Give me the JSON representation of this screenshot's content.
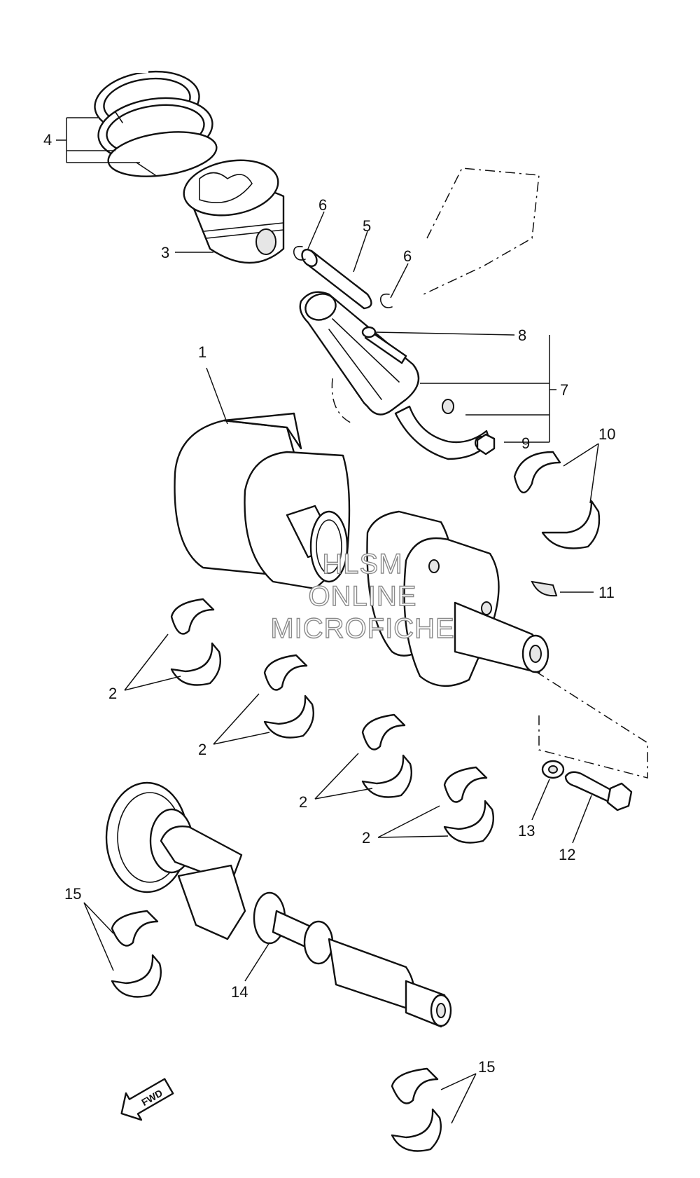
{
  "callouts": {
    "c1": "1",
    "c2a": "2",
    "c2b": "2",
    "c2c": "2",
    "c2d": "2",
    "c3": "3",
    "c4": "4",
    "c5": "5",
    "c6a": "6",
    "c6b": "6",
    "c7": "7",
    "c8": "8",
    "c9": "9",
    "c10": "10",
    "c11": "11",
    "c12": "12",
    "c13": "13",
    "c14": "14",
    "c15a": "15",
    "c15b": "15"
  },
  "watermark": {
    "line1": "HLSM",
    "line2": "ONLINE",
    "line3": "MICROFICHE"
  },
  "direction_arrow": {
    "label": "FWD"
  }
}
